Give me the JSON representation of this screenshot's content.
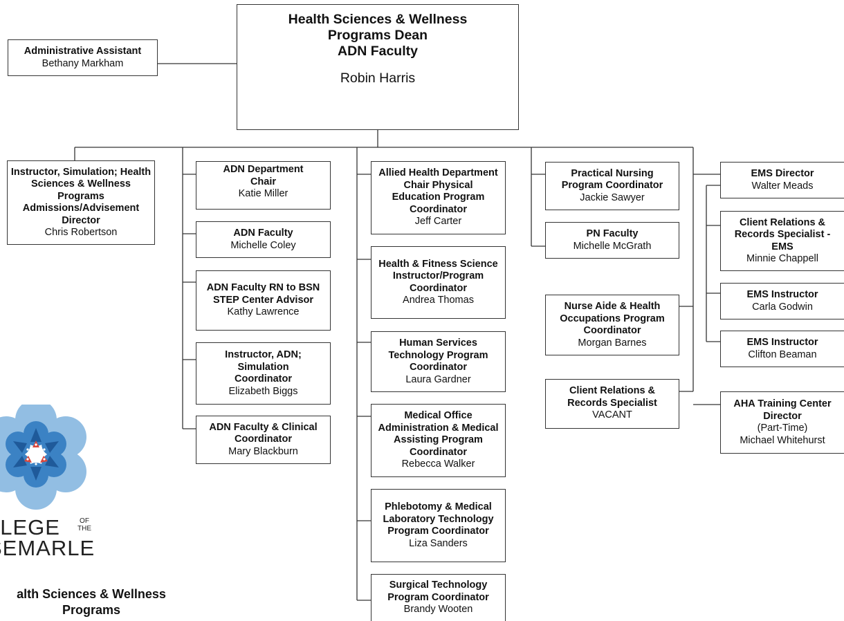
{
  "dean": {
    "title_lines": [
      "Health Sciences & Wellness",
      "Programs Dean",
      "ADN Faculty"
    ],
    "name": "Robin Harris"
  },
  "assistant": {
    "title": "Administrative Assistant",
    "name": "Bethany Markham"
  },
  "col1": [
    {
      "title": "Instructor, Simulation; Health Sciences & Wellness Programs Admissions/Advisement Director",
      "name": "Chris Robertson"
    }
  ],
  "col2": [
    {
      "title": "ADN Department Chair",
      "name": "Katie Miller"
    },
    {
      "title": "ADN Faculty",
      "name": "Michelle Coley"
    },
    {
      "title": "ADN Faculty RN to BSN STEP Center Advisor",
      "name": "Kathy Lawrence"
    },
    {
      "title": "Instructor, ADN; Simulation Coordinator",
      "name": "Elizabeth Biggs"
    },
    {
      "title": "ADN Faculty & Clinical Coordinator",
      "name": "Mary Blackburn"
    }
  ],
  "col3": [
    {
      "title": "Allied Health Department Chair Physical Education Program Coordinator",
      "name": "Jeff Carter"
    },
    {
      "title": "Health & Fitness Science Instructor/Program Coordinator",
      "name": "Andrea Thomas"
    },
    {
      "title": "Human Services Technology Program Coordinator",
      "name": "Laura Gardner"
    },
    {
      "title": "Medical Office Administration & Medical Assisting Program Coordinator",
      "name": "Rebecca Walker"
    },
    {
      "title": "Phlebotomy & Medical Laboratory Technology Program Coordinator",
      "name": "Liza Sanders"
    },
    {
      "title": "Surgical Technology Program Coordinator",
      "name": "Brandy Wooten"
    }
  ],
  "col4": [
    {
      "title": "Practical Nursing Program Coordinator",
      "name": "Jackie Sawyer"
    },
    {
      "title": "PN Faculty",
      "name": "Michelle McGrath"
    },
    {
      "title": "Nurse Aide & Health Occupations Program Coordinator",
      "name": "Morgan Barnes"
    },
    {
      "title": "Client Relations & Records Specialist",
      "name": "VACANT"
    }
  ],
  "col5": [
    {
      "title": "EMS Director",
      "name": "Walter Meads"
    },
    {
      "title": "Client Relations & Records Specialist - EMS",
      "name": "Minnie Chappell"
    },
    {
      "title": "EMS Instructor",
      "name": "Carla Godwin"
    },
    {
      "title": "EMS Instructor",
      "name": "Clifton Beaman"
    },
    {
      "title": "AHA Training Center Director",
      "subtitle": "(Part-Time)",
      "name": "Michael Whitehurst"
    }
  ],
  "logo": {
    "line1": "LLEGE",
    "of_the": "OF THE",
    "line2": "SEMARLE"
  },
  "footer_title": "alth Sciences & Wellness Programs",
  "colors": {
    "line": "#333333",
    "logo_light": "#7fb3df",
    "logo_mid": "#3b82c4",
    "logo_dark": "#1f5a9a",
    "logo_red": "#d9473c"
  }
}
